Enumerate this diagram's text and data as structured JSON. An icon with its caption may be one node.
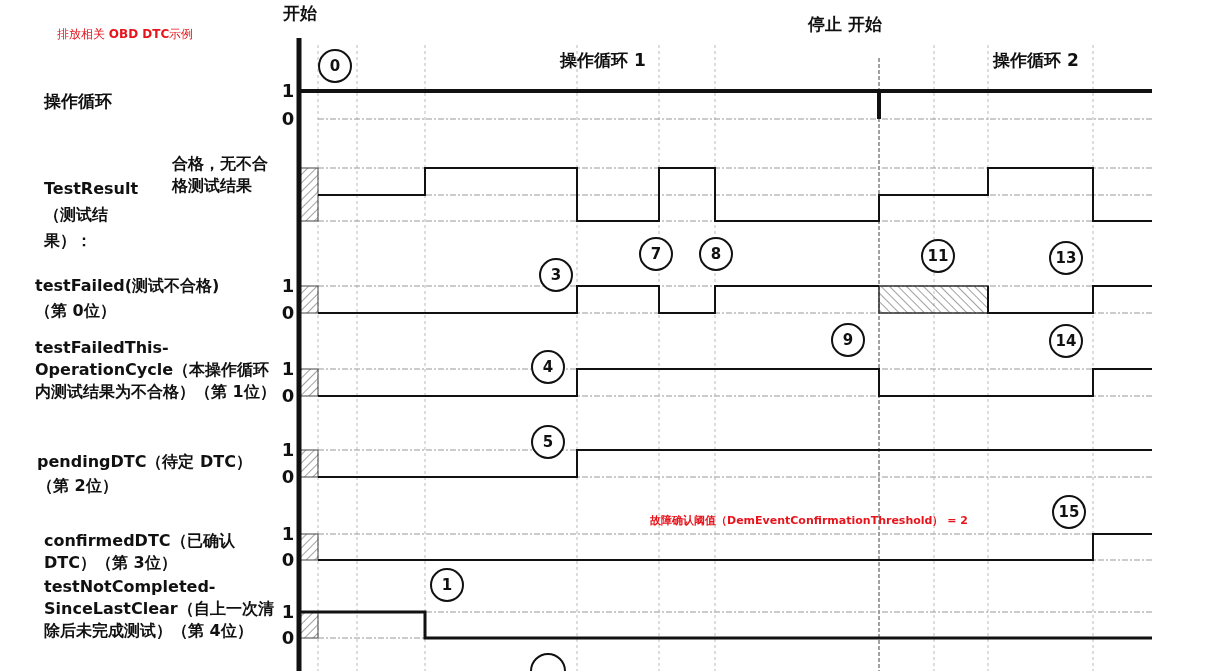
{
  "diagram": {
    "title": "排放相关 **OBD DTC**示例",
    "labels": [
      "开始",
      "停止 开始",
      "操作循环 1",
      "操作循环 2",
      "0",
      "操作循环",
      "1",
      "0",
      "合格，无不合格测试结果",
      "TestResult（测试结果）：",
      "7",
      "8",
      "11",
      "13",
      "3",
      "testFailed(测试不合格)（第 0位）",
      "1",
      "0",
      "9",
      "14",
      "testFailedThis-OperationCycle（本操作循环内测试结果为不合格）（第 1位）",
      "4",
      "1",
      "0",
      "5",
      "pendingDTC（待定 DTC）（第 2位）",
      "1",
      "0",
      "15",
      "故障确认阈值（**DemEventConfirmationThreshold**） **= 2**",
      "confirmedDTC（已确认DTC）（第 3位）",
      "1",
      "0",
      "1",
      "testNotCompleted-SinceLastClear（自上一次清除后未完成测试）（第 4位）",
      "1",
      "0"
    ]
  }
}
